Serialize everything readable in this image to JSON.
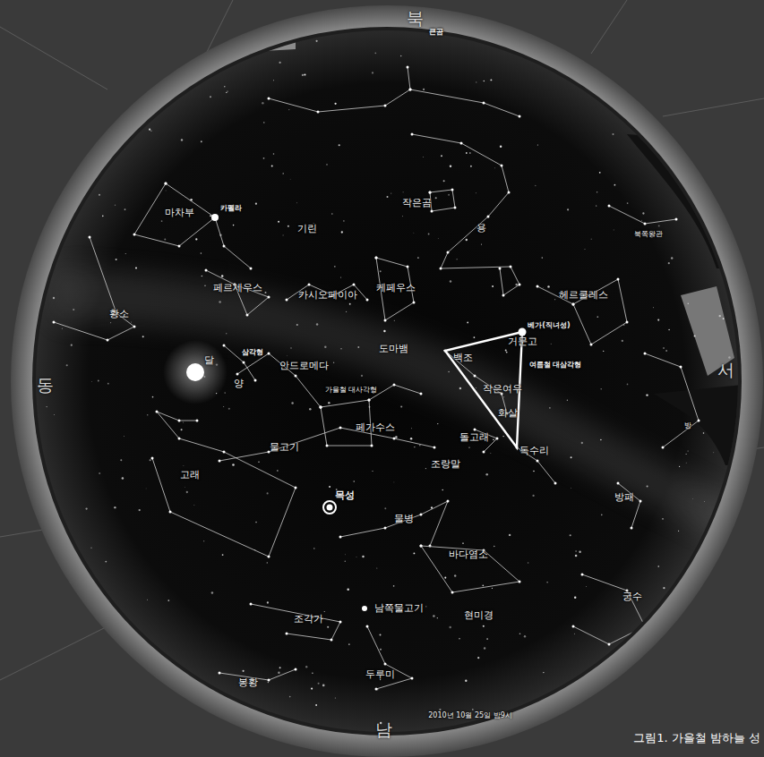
{
  "diagram": {
    "caption": "그림1. 가을철 밤하늘 성",
    "labels": [
      "북",
      "큰곰",
      "마차부",
      "카펠라",
      "기린",
      "작은곰",
      "용",
      "북쪽왕관",
      "페르세우스",
      "카시오페이아",
      "케페우스",
      "헤르쿨레스",
      "베가(직녀성)",
      "거문고",
      "황소",
      "삼각형",
      "안드로메다",
      "도마뱀",
      "백조",
      "여름철 대삼각형",
      "달",
      "양",
      "동",
      "서",
      "가을철 대사각형",
      "작은여우",
      "화살",
      "페가수스",
      "돌고래",
      "독수리",
      "물고기",
      "조랑말",
      "고래",
      "목성",
      "방패",
      "물병",
      "바다염소",
      "궁수",
      "남쪽물고기",
      "조각가",
      "현미경",
      "봉황",
      "두루미",
      "남",
      "2010년 10월 25일 밤9시",
      "방"
    ]
  }
}
